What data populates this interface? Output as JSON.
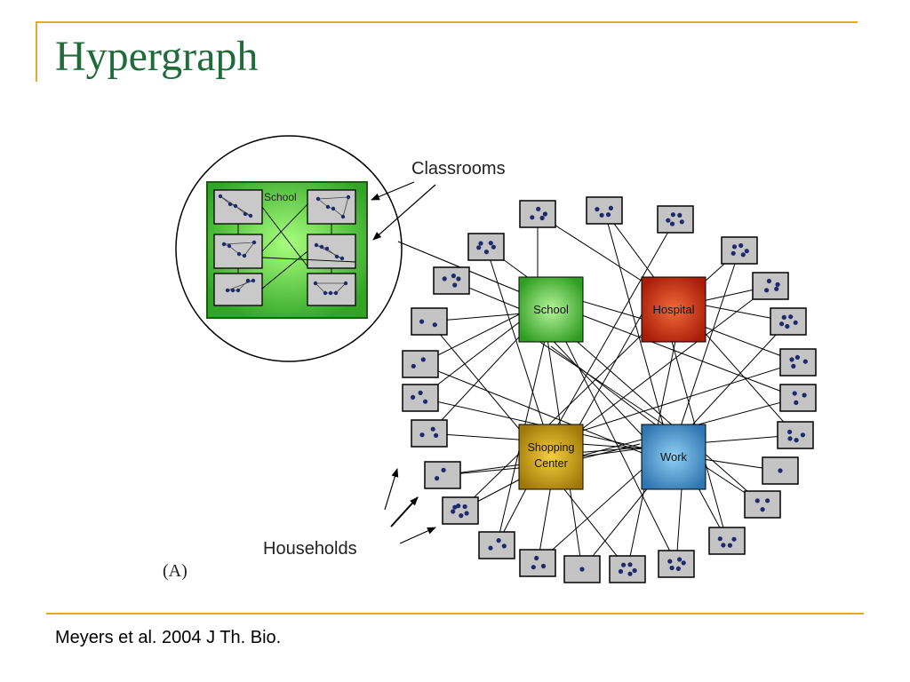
{
  "slide": {
    "title": "Hypergraph",
    "citation": "Meyers et al. 2004 J Th. Bio."
  },
  "diagram": {
    "labels": {
      "classrooms": "Classrooms",
      "households": "Households",
      "panel": "(A)"
    },
    "hubs": [
      {
        "id": "school",
        "label": "School",
        "color": "#3dbb2e"
      },
      {
        "id": "hospital",
        "label": "Hospital",
        "color": "#c8240f"
      },
      {
        "id": "shopping",
        "label_line1": "Shopping",
        "label_line2": "Center",
        "color": "#c99a10"
      },
      {
        "id": "work",
        "label": "Work",
        "color": "#3f8fc8"
      }
    ],
    "inset": {
      "label": "School",
      "color": "#3ec43a"
    },
    "colors": {
      "household_fill": "#c4c4c4",
      "dot": "#1e2a6e",
      "edge": "#000000"
    }
  }
}
